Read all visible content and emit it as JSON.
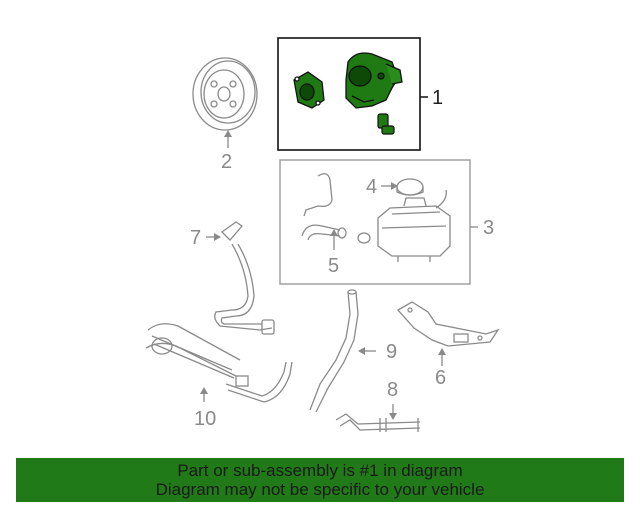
{
  "callouts": {
    "c1": "1",
    "c2": "2",
    "c3": "3",
    "c4": "4",
    "c5": "5",
    "c6": "6",
    "c7": "7",
    "c8": "8",
    "c9": "9",
    "c10": "10"
  },
  "banner": {
    "line1": "Part or sub-assembly is #1 in diagram",
    "line2": "Diagram may not be specific to your vehicle"
  },
  "colors": {
    "highlight": "#1f7a14",
    "banner": "#217a18",
    "line": "#8a8a8a"
  }
}
